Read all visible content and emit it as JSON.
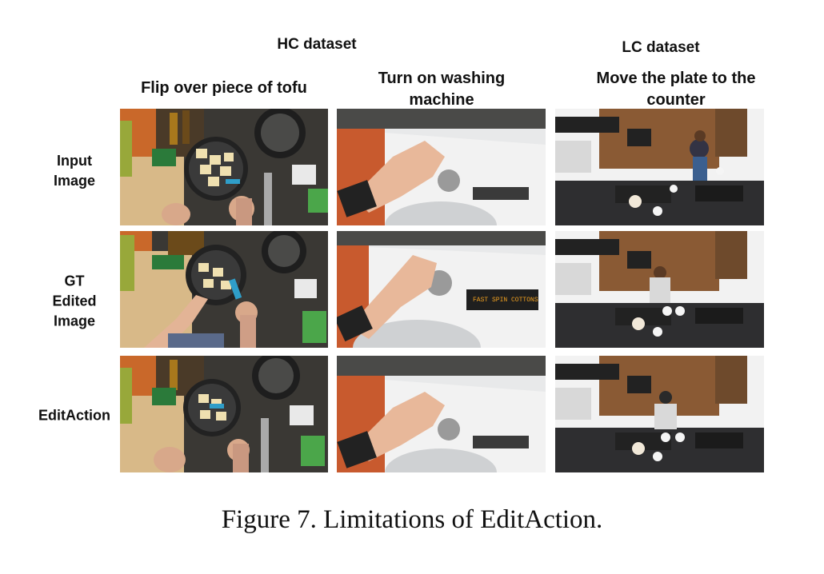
{
  "datasets": {
    "hc": "HC dataset",
    "lc": "LC dataset"
  },
  "columns": [
    {
      "title": "Flip over piece of tofu"
    },
    {
      "title": "Turn on washing machine"
    },
    {
      "title": "Move the plate to the counter"
    }
  ],
  "rows": [
    {
      "label": "Input Image"
    },
    {
      "label": "GT Edited Image"
    },
    {
      "label": "EditAction"
    }
  ],
  "panels": {
    "washer_display_text": "FAST SPIN COTTONS"
  },
  "caption": "Figure 7. Limitations of EditAction."
}
